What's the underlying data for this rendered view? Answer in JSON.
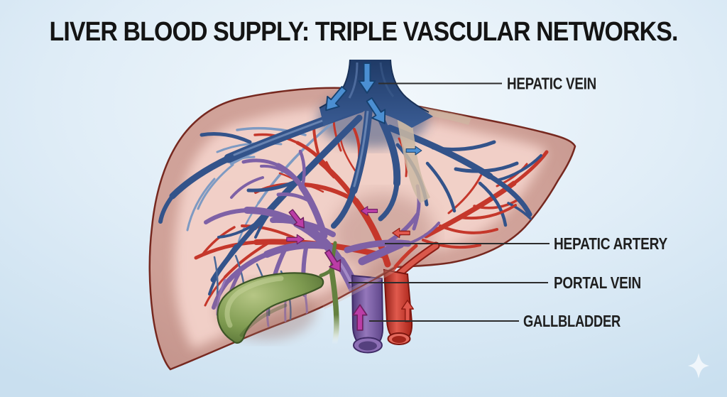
{
  "title": "LIVER BLOOD SUPPLY: TRIPLE VASCULAR NETWORKS.",
  "labels": [
    {
      "id": "hepatic-vein",
      "text": "HEPATIC VEIN"
    },
    {
      "id": "hepatic-artery",
      "text": "HEPATIC ARTERY"
    },
    {
      "id": "portal-vein",
      "text": "PORTAL VEIN"
    },
    {
      "id": "gallbladder",
      "text": "GALLBLADDER"
    }
  ],
  "colors": {
    "title_text": "#141414",
    "label_text": "#1f1f1f",
    "leader_line": "#2d2d2d",
    "background_center": "#f2f8fc",
    "background_mid": "#e0edf7",
    "background_edge": "#c9dfef",
    "liver_fill": "#cfa29a",
    "liver_inner": "#f3d2ca",
    "liver_outline": "#76281f",
    "hepatic_vein_blue": "#33538a",
    "hepatic_vein_dark": "#24406f",
    "portal_vein_purple": "#7e61a6",
    "hepatic_artery_red": "#c5372b",
    "gallbladder_green": "#7f9b51",
    "bile_duct_green": "#64813f",
    "ligament_beige": "#cdbaa3",
    "arrow_blue": "#4b8fd2",
    "arrow_magenta": "#bb3da6",
    "arrow_red": "#e0574c",
    "sparkle": "#ffffff"
  },
  "icons": {
    "sparkle": "four-point-star"
  },
  "flow_arrows": {
    "hepatic_vein_blue_arrows": 4,
    "portal_vein_magenta_arrows": 5,
    "hepatic_artery_red_arrows": 2
  }
}
